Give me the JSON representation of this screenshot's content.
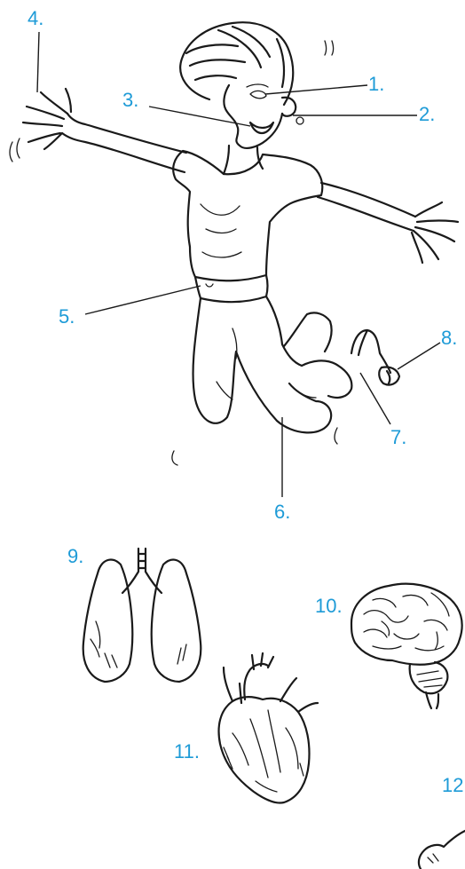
{
  "label_color": "#1e9bd7",
  "labels": {
    "eye": "1.",
    "ear": "2.",
    "mouth": "3.",
    "hand": "4.",
    "belly": "5.",
    "knee": "6.",
    "foot": "7.",
    "toe": "8.",
    "lungs": "9.",
    "brain": "10.",
    "heart": "11.",
    "bone": "12."
  }
}
